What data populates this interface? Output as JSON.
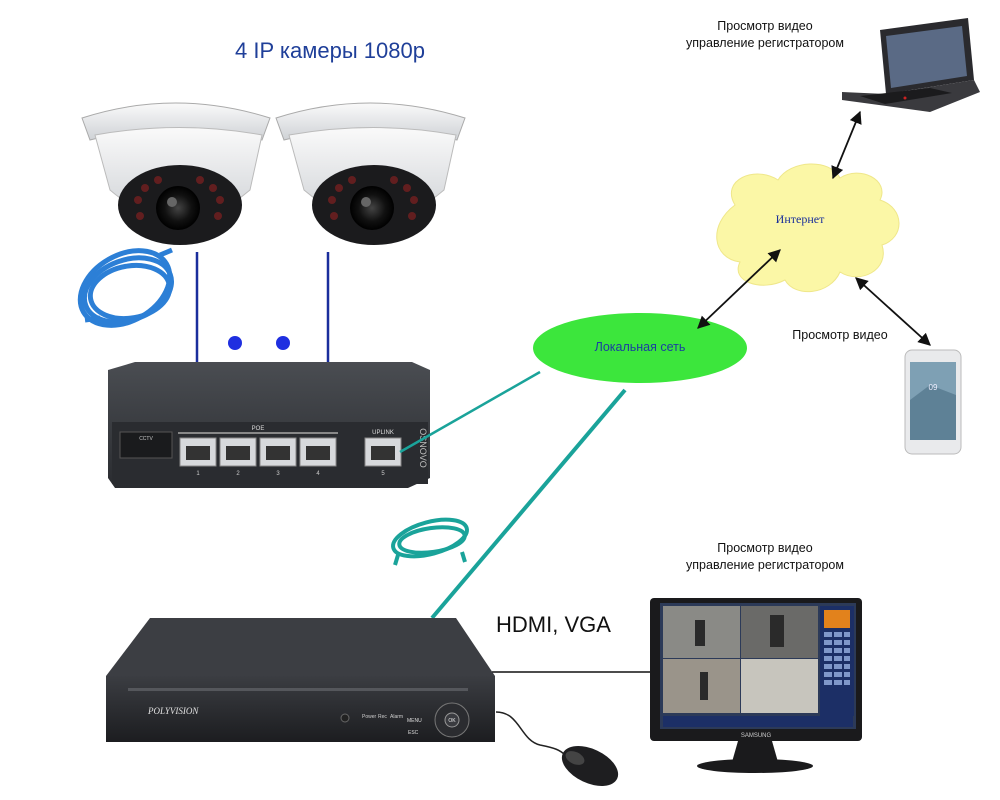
{
  "title": "4 IP камеры 1080p",
  "laptop": {
    "caption_line1": "Просмотр видео",
    "caption_line2": "управление регистратором"
  },
  "internet": {
    "label": "Интернет"
  },
  "local_network": {
    "label": "Локальная сеть"
  },
  "phone": {
    "caption": "Просмотр видео"
  },
  "monitor": {
    "caption_line1": "Просмотр видео",
    "caption_line2": "управление регистратором",
    "brand": "SAMSUNG"
  },
  "connection": {
    "label": "HDMI, VGA"
  },
  "switch": {
    "brand": "OSNOVO",
    "poe_label": "POE",
    "uplink_label": "UPLINK",
    "port_numbers": [
      "1",
      "2",
      "3",
      "4",
      "5"
    ]
  },
  "nvr": {
    "brand": "POLYVISION",
    "btn_ok": "OK",
    "btn_menu": "MENU",
    "btn_esc": "ESC"
  },
  "colors": {
    "cable_blue": "#1a2e9c",
    "cable_teal": "#1aa39a",
    "cloud": "#fbf7a6",
    "local_ellipse": "#3ce63c",
    "title_blue": "#1f3f99"
  }
}
